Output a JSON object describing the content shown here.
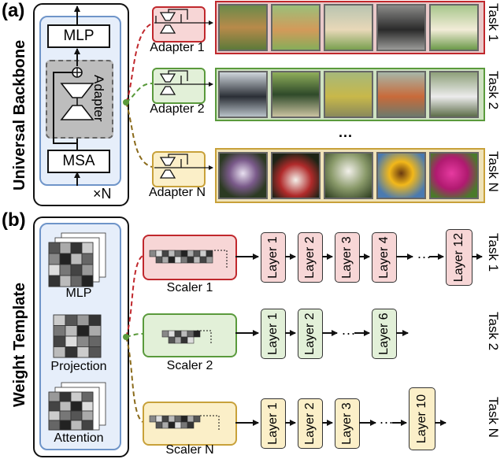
{
  "panel_a": {
    "label": "(a)",
    "backbone_title": "Universal Backbone",
    "mlp": "MLP",
    "msa": "MSA",
    "adapter_inner": "Adapter",
    "repeat": "×N",
    "adapters": [
      {
        "label": "Adapter 1",
        "task": "Task 1",
        "color": "#c0282d",
        "fill": "#f7d6d6"
      },
      {
        "label": "Adapter 2",
        "task": "Task 2",
        "color": "#5a9a3c",
        "fill": "#e2f0d8"
      },
      {
        "label": "Adapter N",
        "task": "Task N",
        "color": "#c8a13a",
        "fill": "#fbefc8"
      }
    ],
    "ellipsis": "..."
  },
  "panel_b": {
    "label": "(b)",
    "template_title": "Weight Template",
    "templates": [
      "MLP",
      "Projection",
      "Attention"
    ],
    "scalers": [
      {
        "label": "Scaler 1",
        "task": "Task 1",
        "color": "#c0282d",
        "fill": "#f7d6d6",
        "layers": [
          "Layer 1",
          "Layer 2",
          "Layer 3",
          "Layer 4",
          "Layer 12"
        ]
      },
      {
        "label": "Scaler 2",
        "task": "Task 2",
        "color": "#5a9a3c",
        "fill": "#e2f0d8",
        "layers": [
          "Layer 1",
          "Layer 2",
          "Layer 6"
        ]
      },
      {
        "label": "Scaler N",
        "task": "Task N",
        "color": "#c8a13a",
        "fill": "#fbefc8",
        "layers": [
          "Layer 1",
          "Layer 2",
          "Layer 3",
          "Layer 10"
        ]
      }
    ],
    "ellipsis": "..."
  }
}
